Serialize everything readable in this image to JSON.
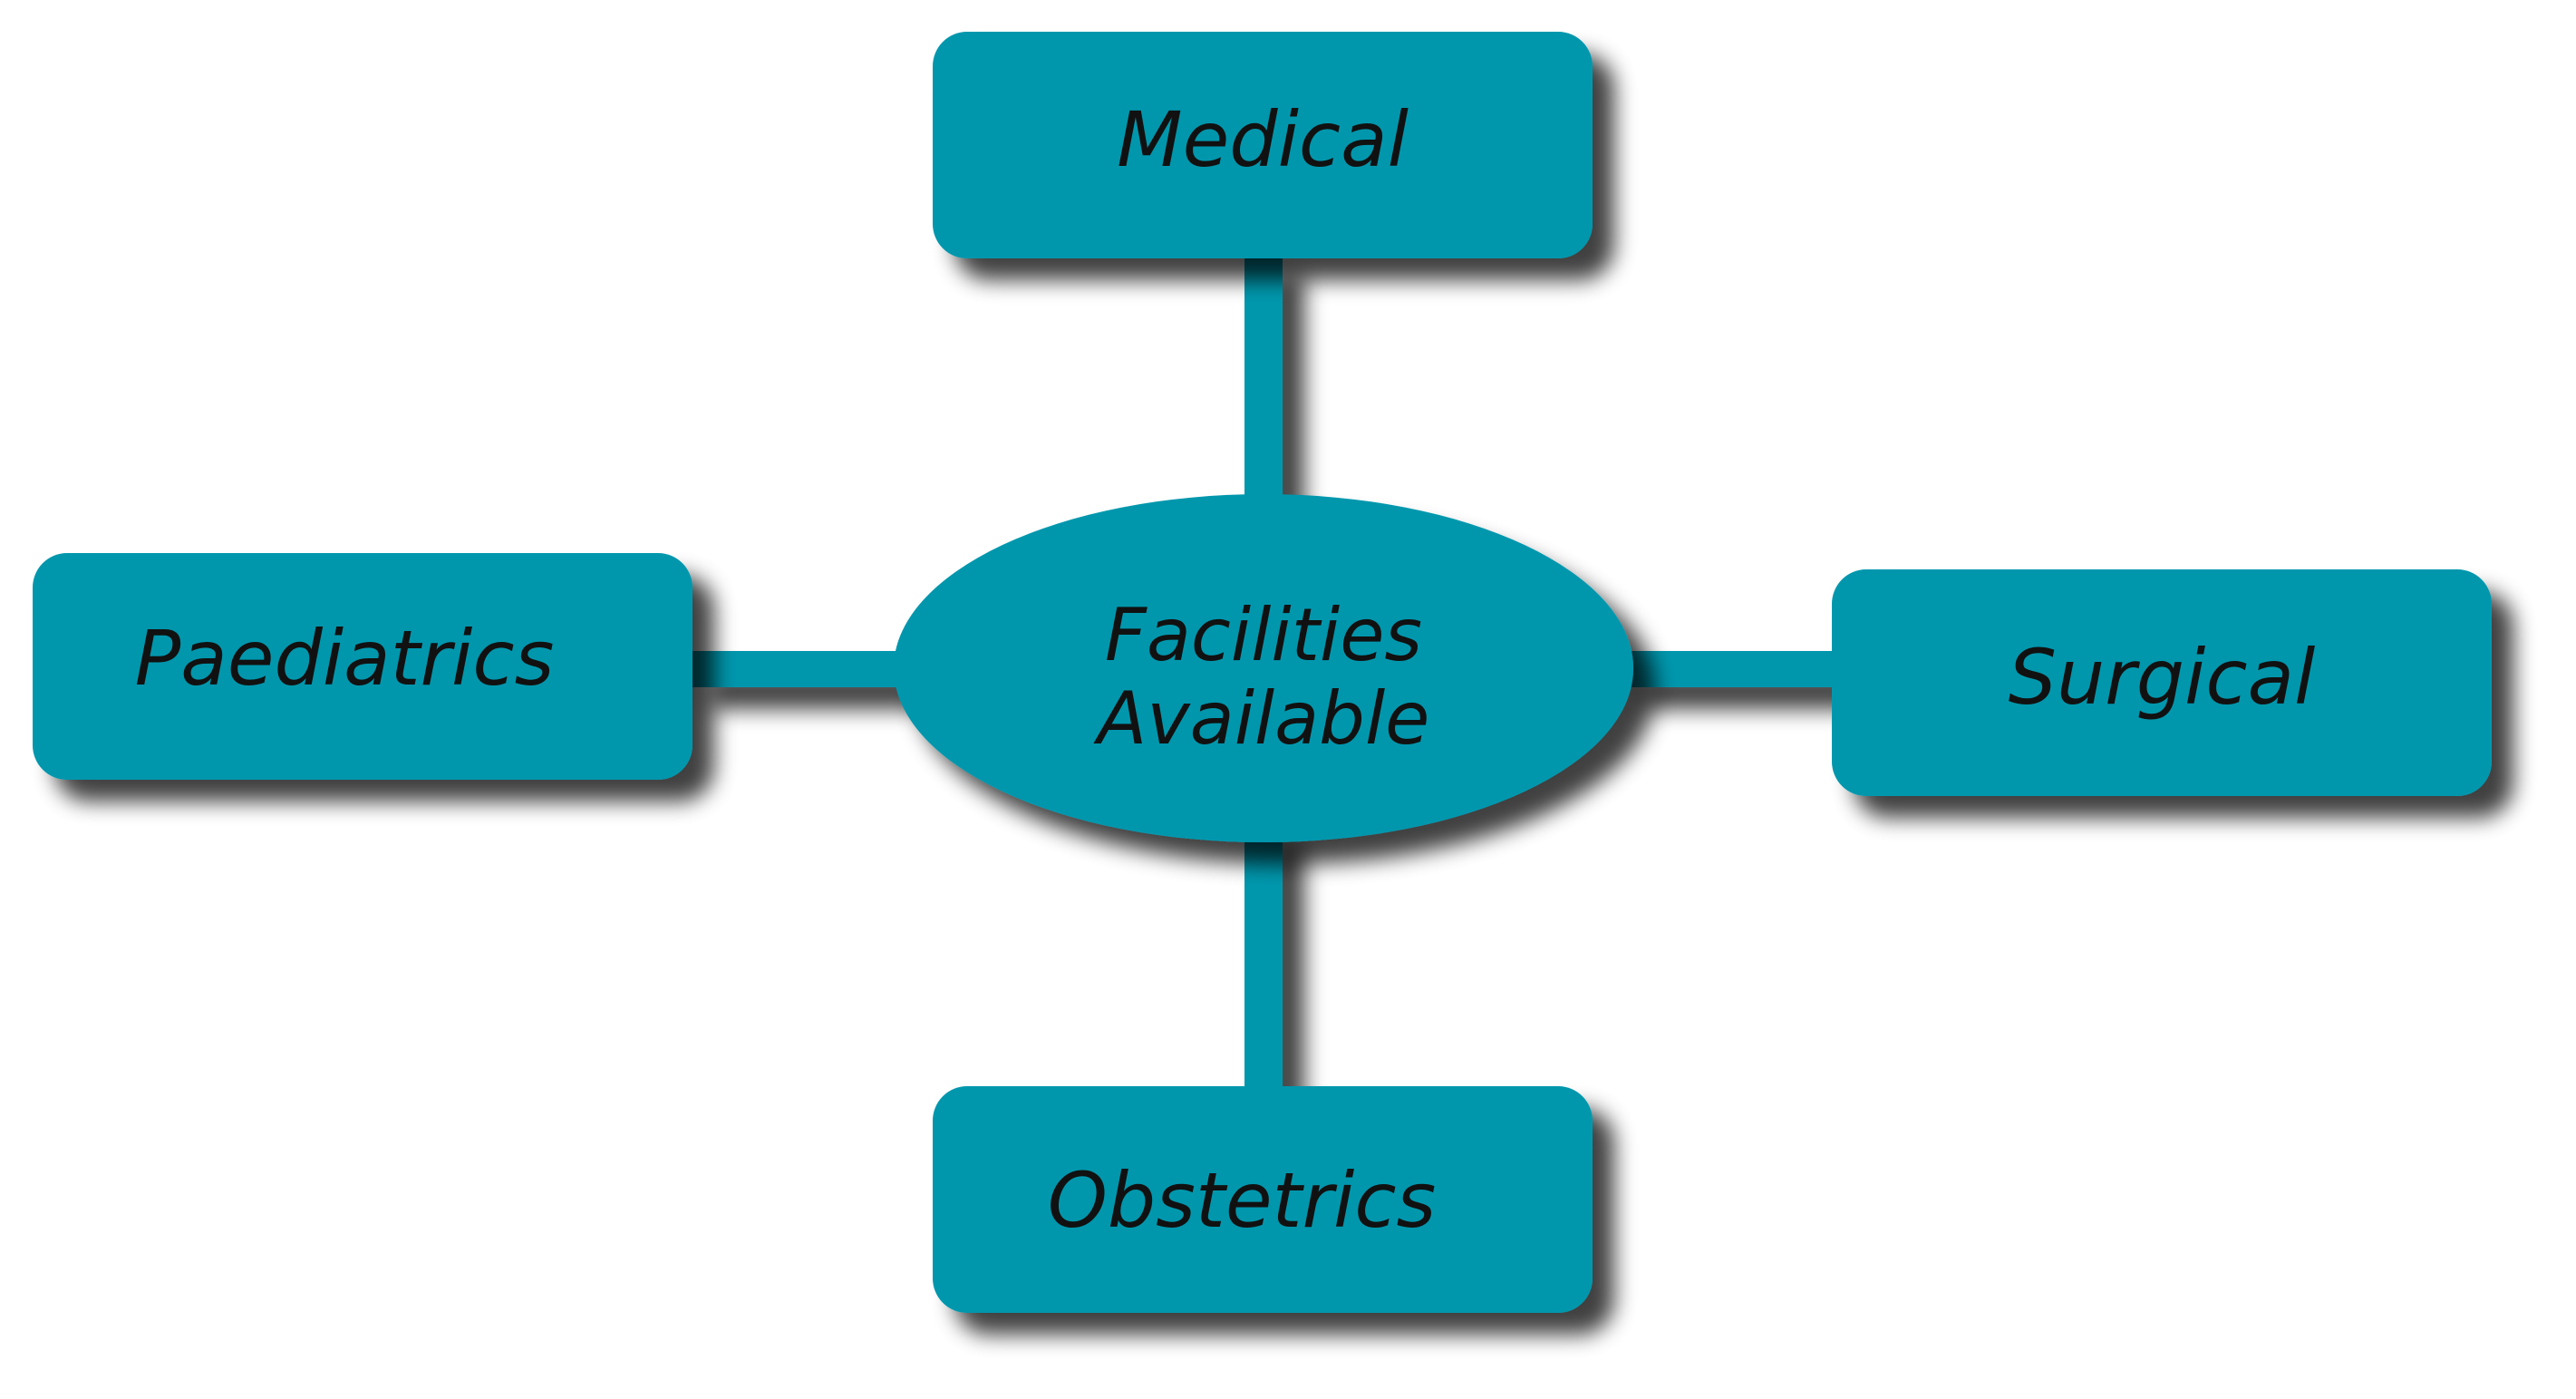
{
  "colors": {
    "node_fill": "#0097ad",
    "connector": "#0097ad",
    "label": "#111111",
    "background": "#ffffff"
  },
  "center": {
    "label_line1": "Facilities",
    "label_line2": "Available"
  },
  "nodes": {
    "medical": "Medical",
    "surgical": "Surgical",
    "obstetrics": "Obstetrics",
    "paediatrics": "Paediatrics"
  }
}
